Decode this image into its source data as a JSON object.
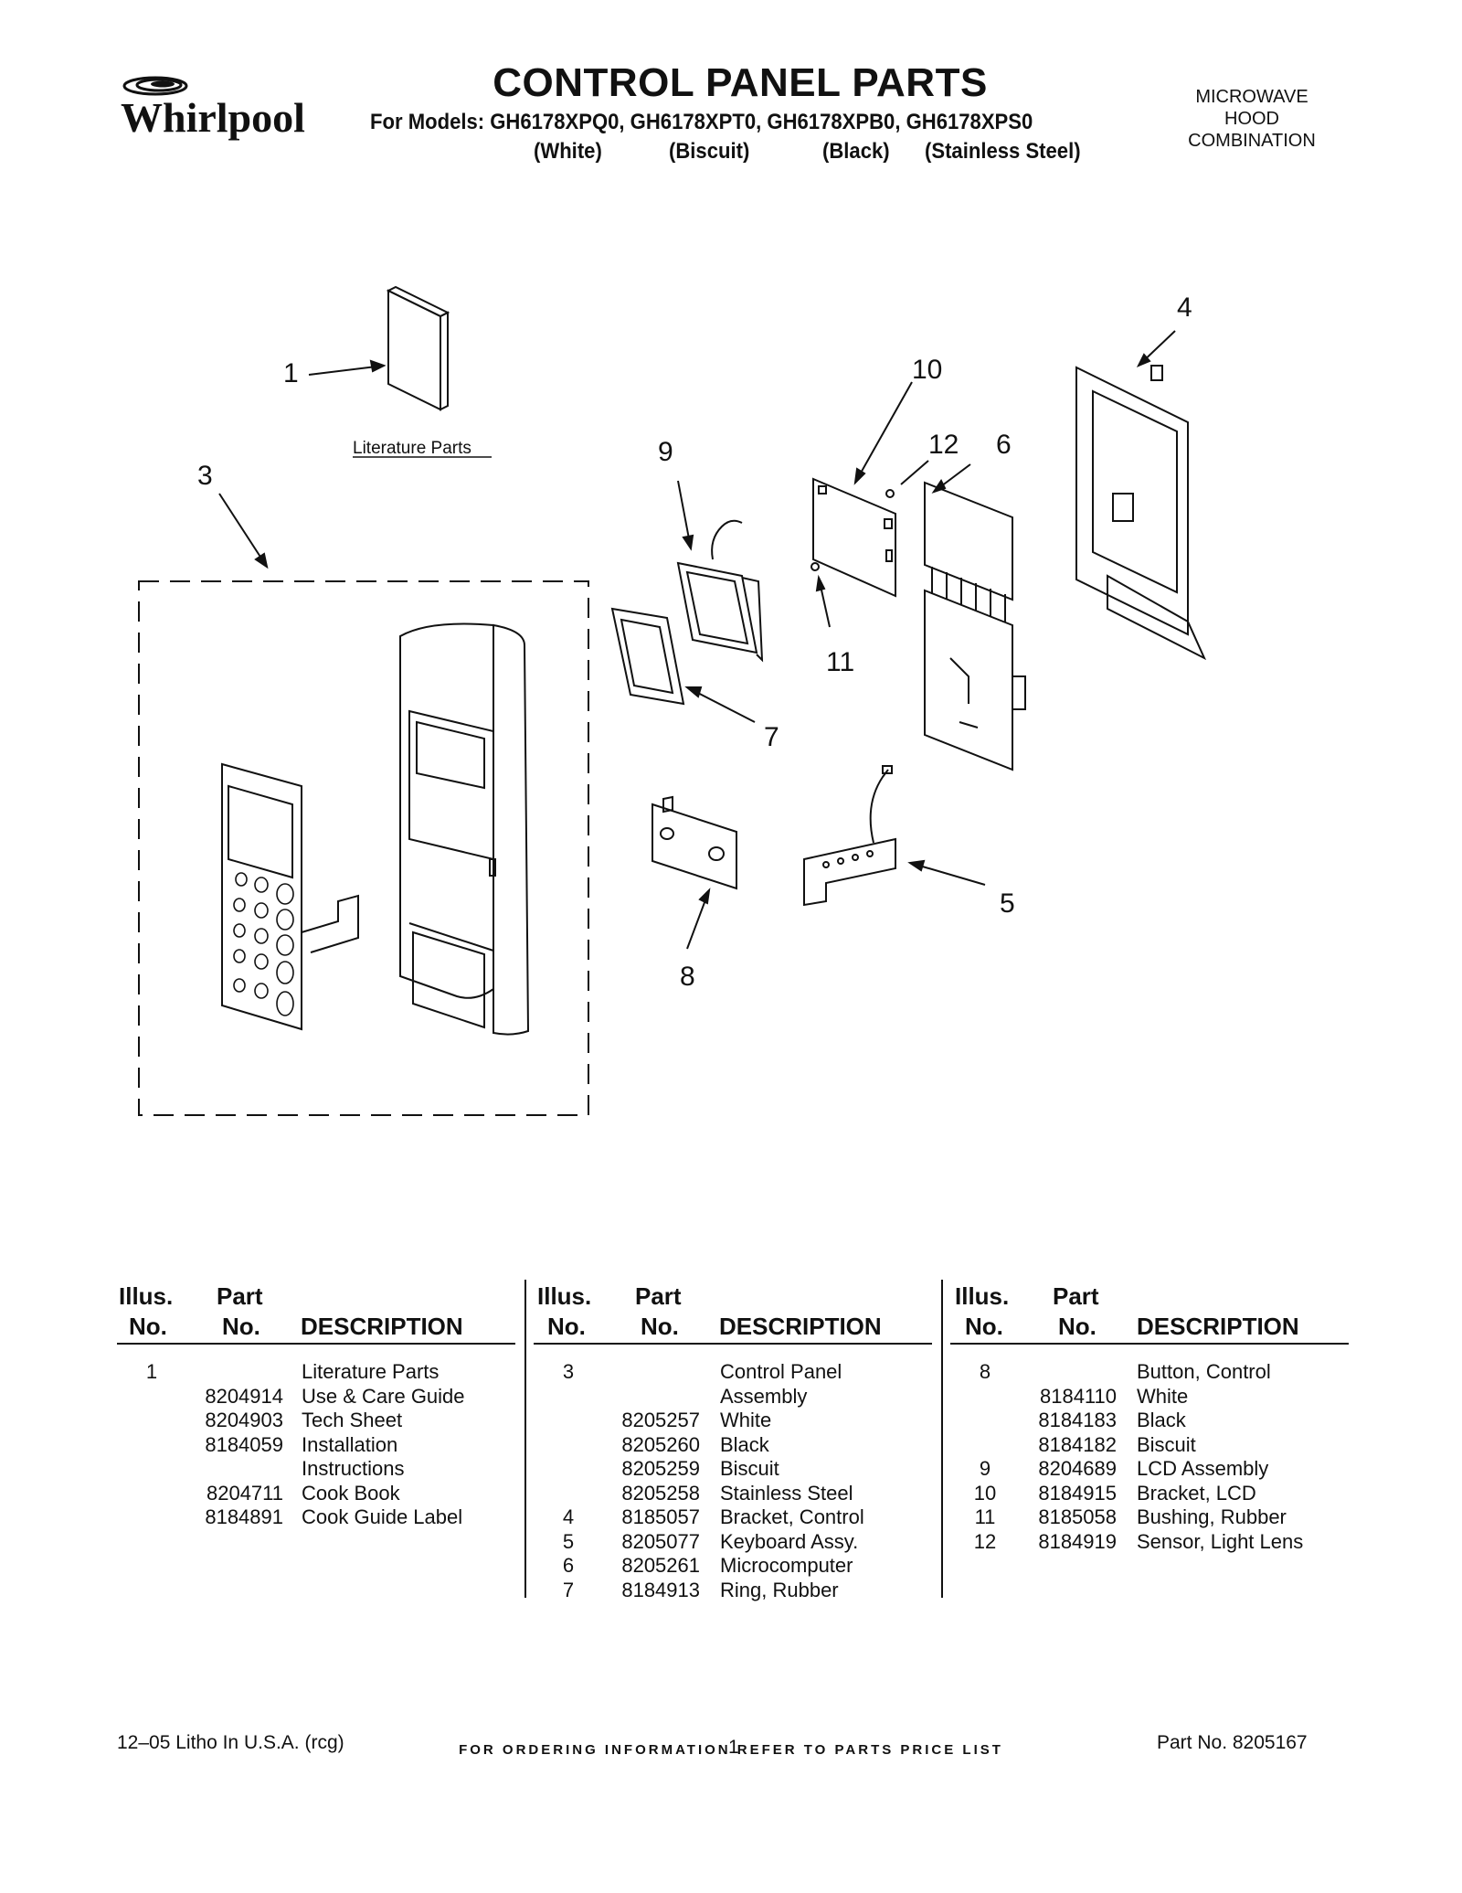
{
  "header": {
    "brand": "Whirlpool",
    "title": "CONTROL PANEL PARTS",
    "models_line": "For Models: GH6178XPQ0, GH6178XPT0, GH6178XPB0, GH6178XPS0",
    "finishes": [
      "(White)",
      "(Biscuit)",
      "(Black)",
      "(Stainless Steel)"
    ],
    "product_type": [
      "MICROWAVE",
      "HOOD",
      "COMBINATION"
    ]
  },
  "diagram": {
    "callouts": [
      "1",
      "3",
      "4",
      "10",
      "9",
      "12",
      "6",
      "11",
      "7",
      "5",
      "8"
    ],
    "literature_label": "Literature Parts"
  },
  "table": {
    "headers": {
      "illus_top": "Illus.",
      "illus_bottom": "No.",
      "part_top": "Part",
      "part_bottom": "No.",
      "description": "DESCRIPTION"
    },
    "columns": [
      [
        {
          "illus": "1",
          "part": "",
          "desc": "Literature Parts"
        },
        {
          "illus": "",
          "part": "8204914",
          "desc": "Use & Care Guide"
        },
        {
          "illus": "",
          "part": "8204903",
          "desc": "Tech Sheet"
        },
        {
          "illus": "",
          "part": "8184059",
          "desc": "Installation"
        },
        {
          "illus": "",
          "part": "",
          "desc": "Instructions"
        },
        {
          "illus": "",
          "part": "8204711",
          "desc": "Cook Book"
        },
        {
          "illus": "",
          "part": "8184891",
          "desc": "Cook Guide Label"
        }
      ],
      [
        {
          "illus": "3",
          "part": "",
          "desc": "Control Panel"
        },
        {
          "illus": "",
          "part": "",
          "desc": "Assembly"
        },
        {
          "illus": "",
          "part": "8205257",
          "desc": "White"
        },
        {
          "illus": "",
          "part": "8205260",
          "desc": "Black"
        },
        {
          "illus": "",
          "part": "8205259",
          "desc": "Biscuit"
        },
        {
          "illus": "",
          "part": "8205258",
          "desc": "Stainless Steel"
        },
        {
          "illus": "4",
          "part": "8185057",
          "desc": "Bracket, Control"
        },
        {
          "illus": "5",
          "part": "8205077",
          "desc": "Keyboard Assy."
        },
        {
          "illus": "6",
          "part": "8205261",
          "desc": "Microcomputer"
        },
        {
          "illus": "7",
          "part": "8184913",
          "desc": "Ring, Rubber"
        }
      ],
      [
        {
          "illus": "8",
          "part": "",
          "desc": "Button, Control"
        },
        {
          "illus": "",
          "part": "8184110",
          "desc": "White"
        },
        {
          "illus": "",
          "part": "8184183",
          "desc": "Black"
        },
        {
          "illus": "",
          "part": "8184182",
          "desc": "Biscuit"
        },
        {
          "illus": "9",
          "part": "8204689",
          "desc": "LCD Assembly"
        },
        {
          "illus": "10",
          "part": "8184915",
          "desc": "Bracket, LCD"
        },
        {
          "illus": "11",
          "part": "8185058",
          "desc": "Bushing, Rubber"
        },
        {
          "illus": "12",
          "part": "8184919",
          "desc": "Sensor, Light Lens"
        }
      ]
    ]
  },
  "footer": {
    "ordering": "FOR ORDERING INFORMATION REFER TO PARTS PRICE LIST",
    "litho": "12–05 Litho In U.S.A. (rcg)",
    "page": "1",
    "part_no": "Part No. 8205167"
  }
}
